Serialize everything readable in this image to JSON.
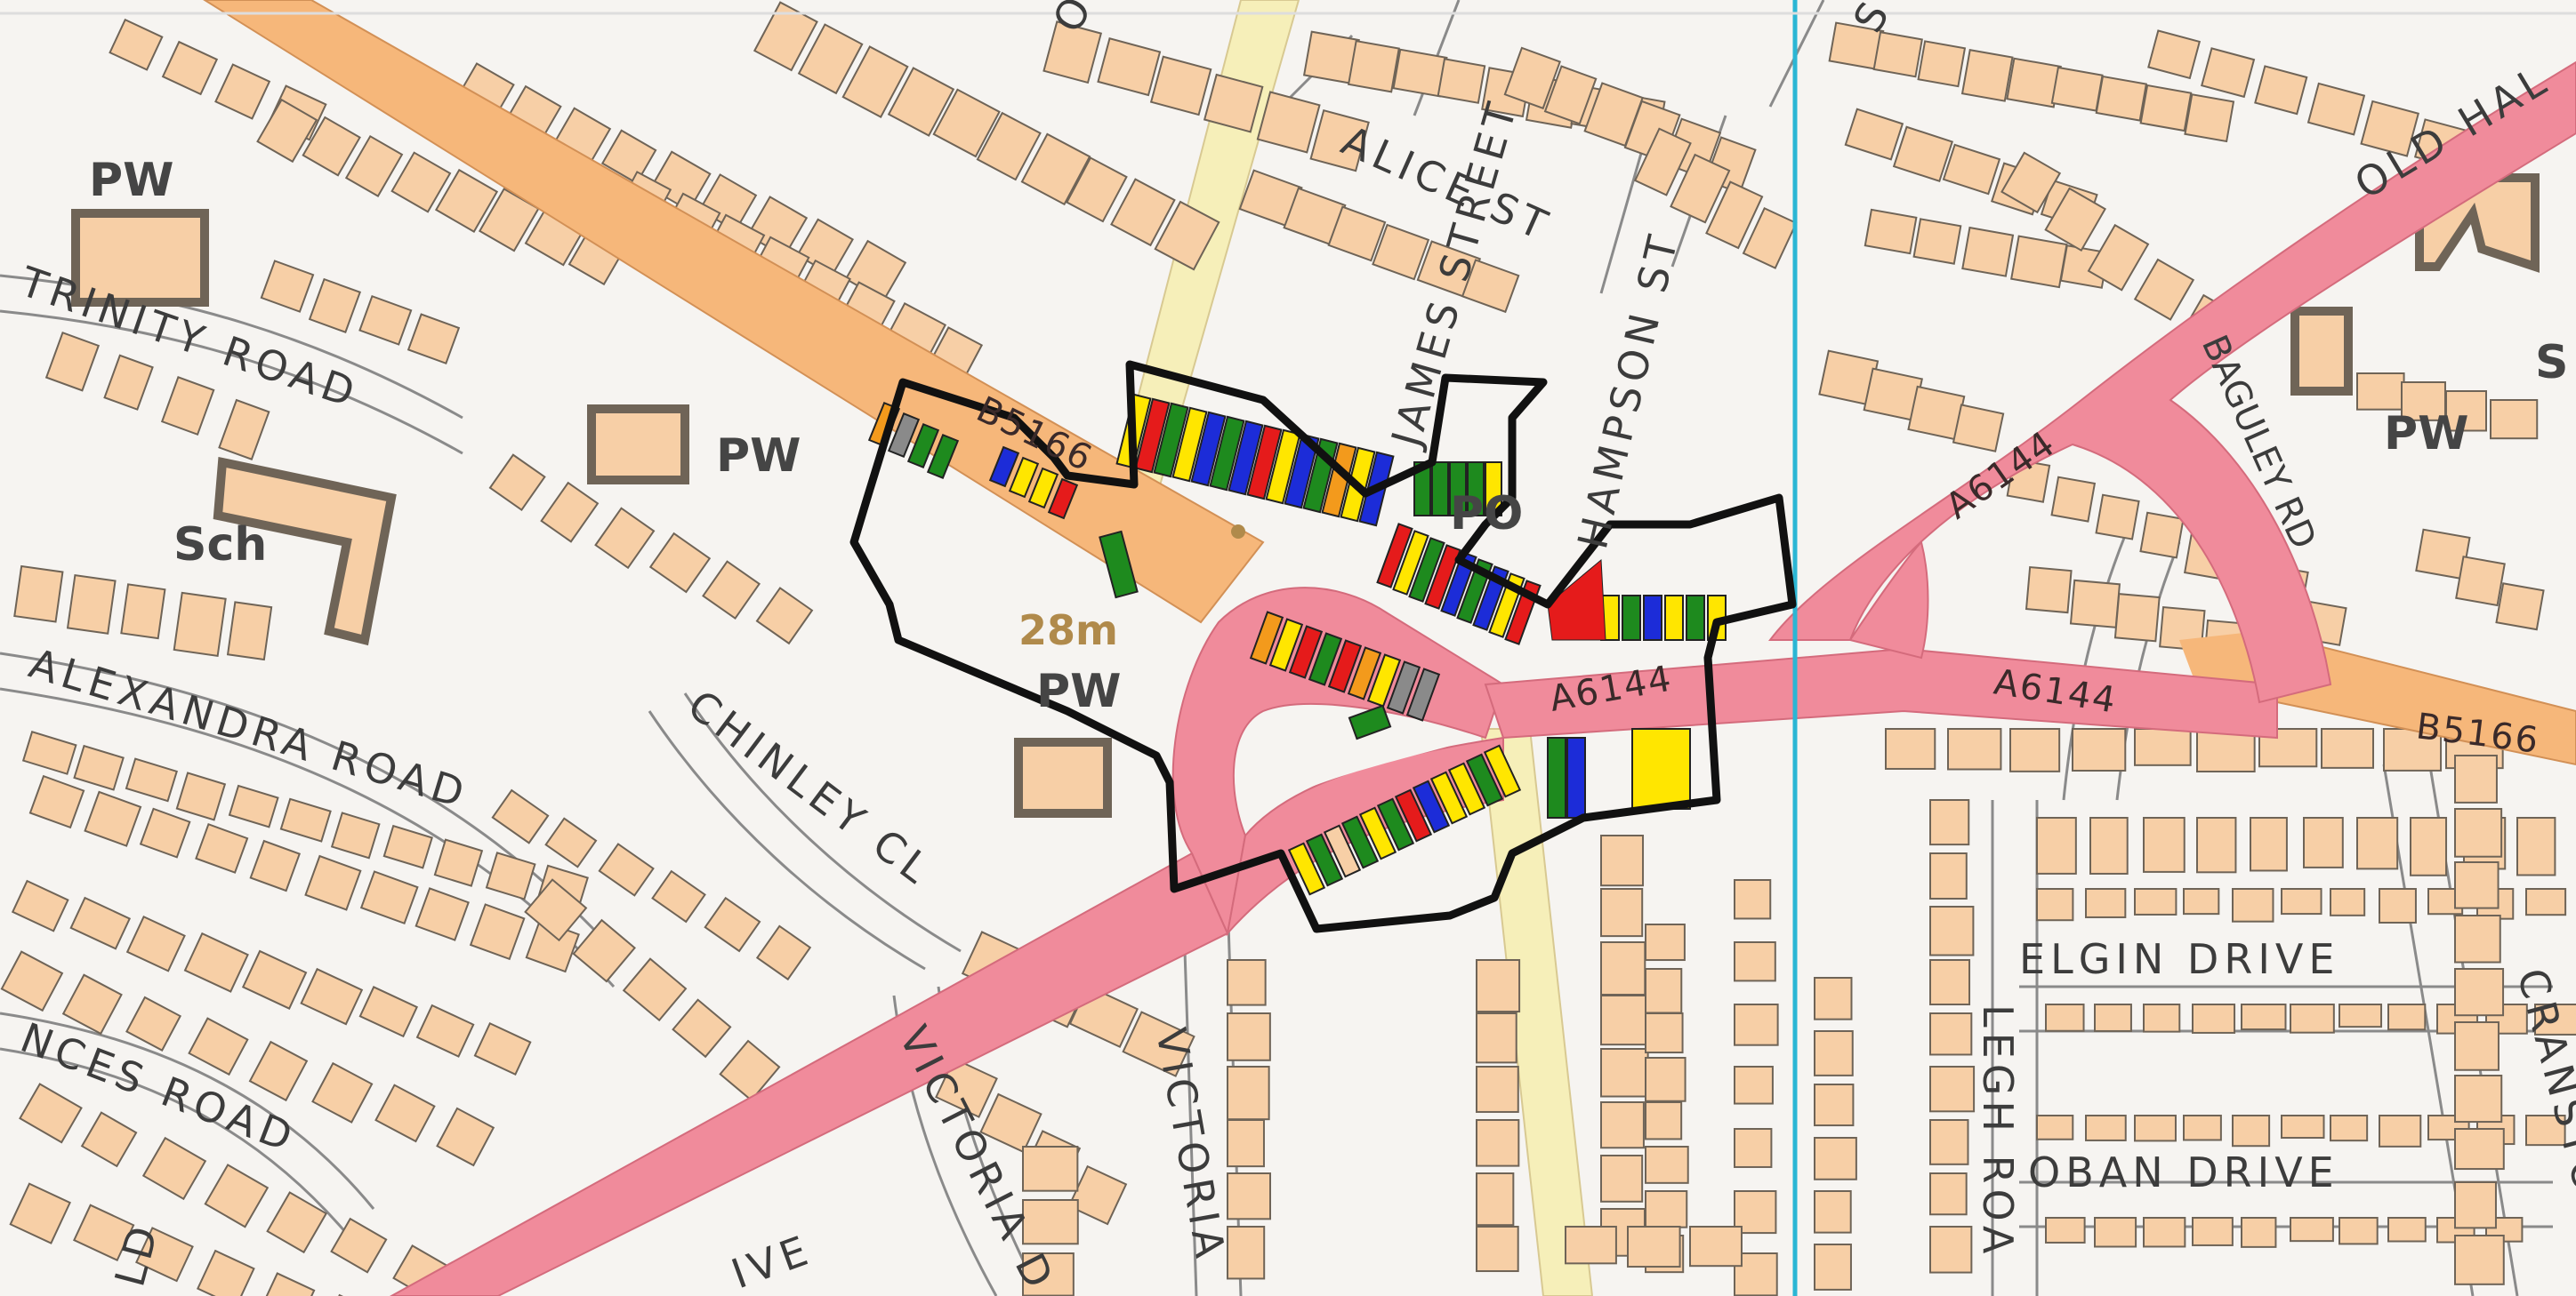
{
  "map": {
    "colors": {
      "background": "#f6f4f1",
      "building": "#f7cfa6",
      "building_edge": "#6f6457",
      "a_road": "#f08b9b",
      "b_road": "#f6b77a",
      "minor_road": "#f6efb9",
      "boundary": "#111111",
      "grid_line": "#2bb6d4",
      "height_text": "#b08a4b"
    },
    "roads": [
      {
        "id": "a6144-west",
        "label": "A6144"
      },
      {
        "id": "a6144-east",
        "label": "A6144"
      },
      {
        "id": "b5166-west",
        "label": "B5166"
      },
      {
        "id": "b5166-east",
        "label": "B5166"
      },
      {
        "id": "a6144-north",
        "label": "A6144"
      }
    ],
    "street_labels": {
      "trinity_road": "TRINITY ROAD",
      "alexandra_road": "ALEXANDRA ROAD",
      "chinley_cl": "CHINLEY CL",
      "nces_road": "NCES ROAD",
      "victoria_d": "VICTORIA D",
      "victoria": "VICTORIA",
      "alice_st": "ALICE ST",
      "james_street": "JAMES STREET",
      "hampson_st": "HAMPSON ST",
      "old_hal": "OLD HAL",
      "baguley_rd": "BAGULEY RD",
      "elgin_drive": "ELGIN DRIVE",
      "oban_drive": "OBAN DRIVE",
      "legh_roa": "LEGH ROA",
      "cranston": "CRANSTON",
      "ld": "LD",
      "ive": "IVE",
      "top_s": "S",
      "top_o": "O"
    },
    "poi_labels": {
      "pw_1": "PW",
      "pw_2": "PW",
      "pw_3": "PW",
      "pw_4": "PW",
      "sch": "Sch",
      "po": "PO",
      "sc_edge": "S"
    },
    "spot_height": "28m"
  }
}
